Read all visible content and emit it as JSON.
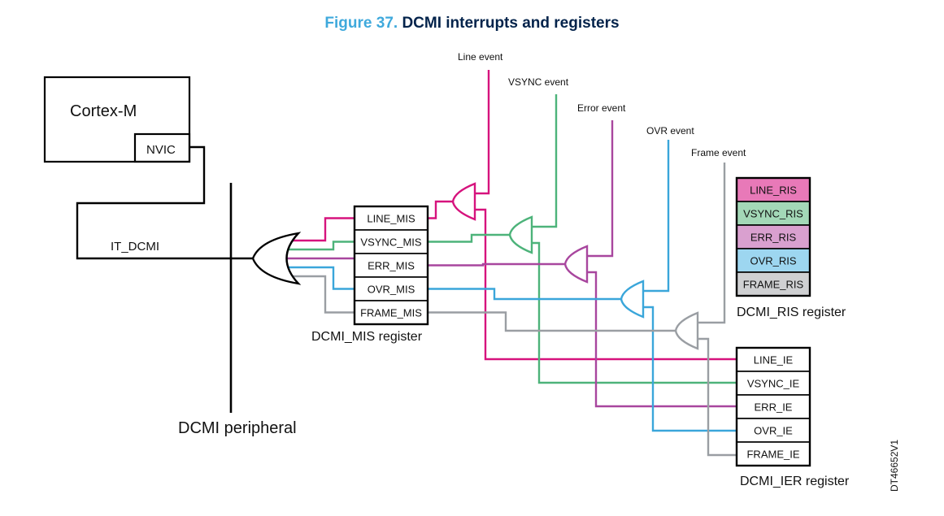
{
  "figure": {
    "number_label": "Figure 37.",
    "title": "DCMI interrupts and registers",
    "doc_id": "DT46652V1"
  },
  "cpu": {
    "label": "Cortex-M",
    "nvic_label": "NVIC"
  },
  "peripheral": {
    "label": "DCMI  peripheral",
    "interrupt_line_label": "IT_DCMI"
  },
  "colors": {
    "line": "#d6137d",
    "vsync": "#4db37a",
    "err": "#a8469e",
    "ovr": "#3aa6da",
    "frame": "#9a9ea3",
    "line_fill": "#e879b8",
    "vsync_fill": "#a3d8b7",
    "err_fill": "#d9a0cf",
    "ovr_fill": "#9dd6f0",
    "frame_fill": "#cfd0d2"
  },
  "events": [
    {
      "key": "line",
      "label": "Line event"
    },
    {
      "key": "vsync",
      "label": "VSYNC event"
    },
    {
      "key": "err",
      "label": "Error event"
    },
    {
      "key": "ovr",
      "label": "OVR event"
    },
    {
      "key": "frame",
      "label": "Frame event"
    }
  ],
  "registers": {
    "mis": {
      "caption": "DCMI_MIS register",
      "fields": [
        "LINE_MIS",
        "VSYNC_MIS",
        "ERR_MIS",
        "OVR_MIS",
        "FRAME_MIS"
      ]
    },
    "ris": {
      "caption": "DCMI_RIS register",
      "fields": [
        "LINE_RIS",
        "VSYNC_RIS",
        "ERR_RIS",
        "OVR_RIS",
        "FRAME_RIS"
      ]
    },
    "ier": {
      "caption": "DCMI_IER register",
      "fields": [
        "LINE_IE",
        "VSYNC_IE",
        "ERR_IE",
        "OVR_IE",
        "FRAME_IE"
      ]
    }
  }
}
